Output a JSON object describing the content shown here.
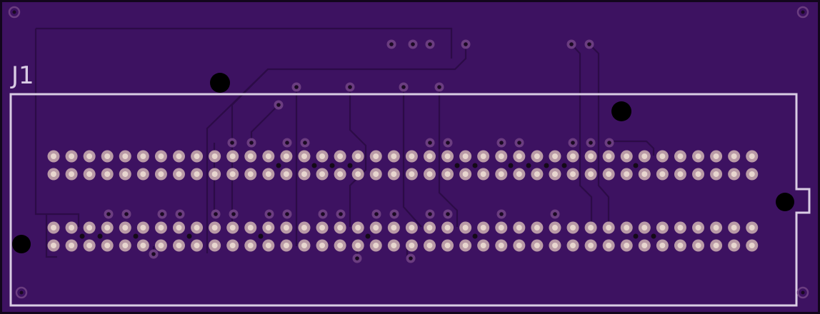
{
  "board": {
    "designator": "J1",
    "colors": {
      "background": "#3d1261",
      "edge": "#12061c",
      "trace": "#2c0b47",
      "silkscreen": "#d9cce4",
      "pad": "#b99aa6",
      "pad_hole": "#e8d6cf",
      "via_ring": "#6b3d80",
      "via_hole": "#1a0a22",
      "mount_hole": "#000000"
    },
    "connector": {
      "columns": 40,
      "rows_per_bank": 2,
      "banks": 2
    }
  }
}
